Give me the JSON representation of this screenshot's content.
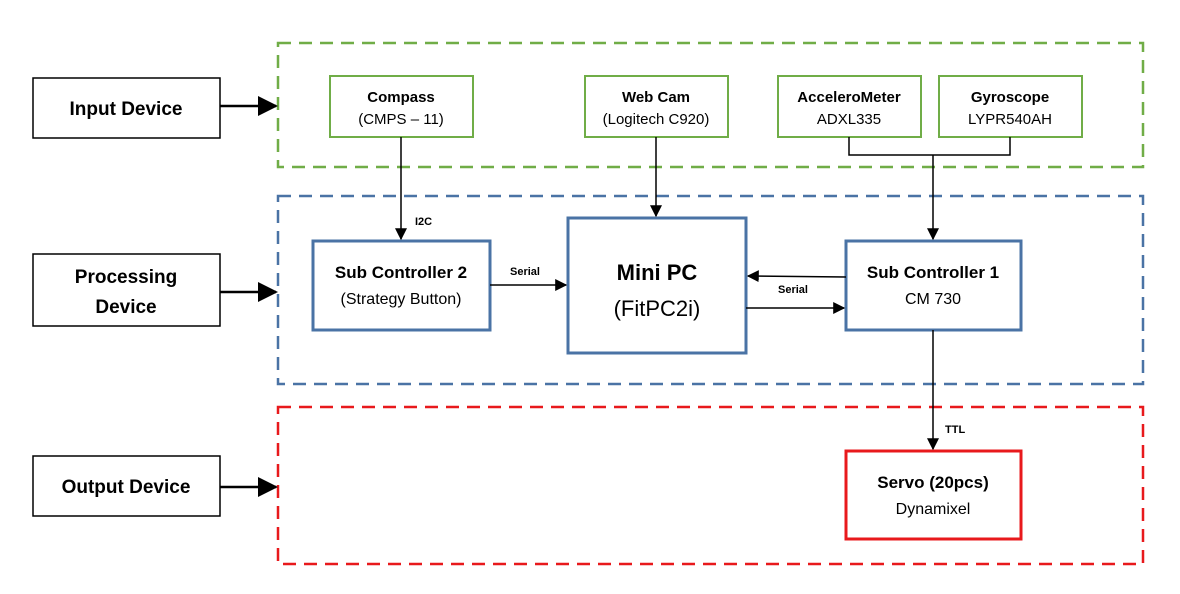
{
  "colors": {
    "input_group": "#70ad47",
    "processing_group": "#4a73a5",
    "output_group": "#e8191c",
    "line": "#000000"
  },
  "stages": {
    "input": "Input Device",
    "processing_line1": "Processing",
    "processing_line2": "Device",
    "output": "Output Device"
  },
  "inputs": {
    "compass": {
      "title": "Compass",
      "subtitle": "(CMPS – 11)"
    },
    "webcam": {
      "title": "Web Cam",
      "subtitle": "(Logitech C920)"
    },
    "accelerometer": {
      "title": "AcceleroMeter",
      "subtitle": "ADXL335"
    },
    "gyroscope": {
      "title": "Gyroscope",
      "subtitle": "LYPR540AH"
    }
  },
  "processing": {
    "sub_controller_2": {
      "title": "Sub Controller 2",
      "subtitle": "(Strategy Button)"
    },
    "mini_pc": {
      "title": "Mini PC",
      "subtitle": "(FitPC2i)"
    },
    "sub_controller_1": {
      "title": "Sub Controller 1",
      "subtitle": "CM 730"
    }
  },
  "outputs": {
    "servo": {
      "title": "Servo (20pcs)",
      "subtitle": "Dynamixel"
    }
  },
  "connections": {
    "i2c": "I2C",
    "serial_left": "Serial",
    "serial_right": "Serial",
    "ttl": "TTL"
  }
}
